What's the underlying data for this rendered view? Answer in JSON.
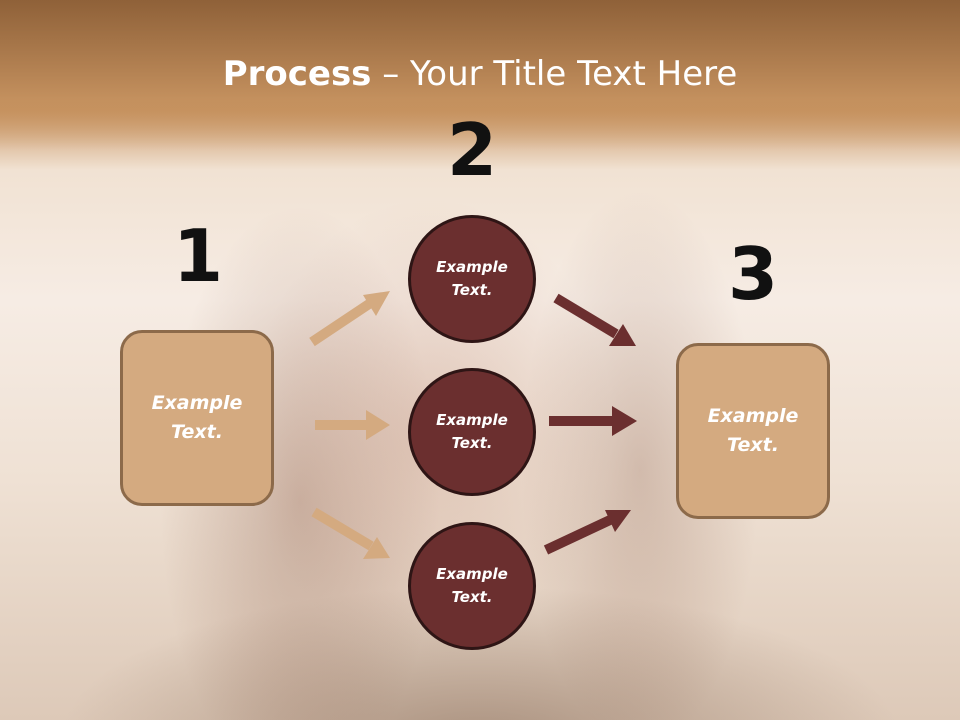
{
  "title": {
    "strong": "Process",
    "rest": " – Your Title Text Here"
  },
  "steps": {
    "one": {
      "number": "1",
      "text": "Example\nText."
    },
    "two": {
      "number": "2",
      "items": [
        "Example\nText.",
        "Example\nText.",
        "Example\nText."
      ]
    },
    "three": {
      "number": "3",
      "text": "Example\nText."
    }
  },
  "colors": {
    "box_fill": "#d4aa80",
    "box_border": "#8c6a4a",
    "circle_fill": "#6b2f2f",
    "circle_border": "#2e1515",
    "left_arrow": "#d4aa80",
    "right_arrow": "#6b2f2f"
  }
}
